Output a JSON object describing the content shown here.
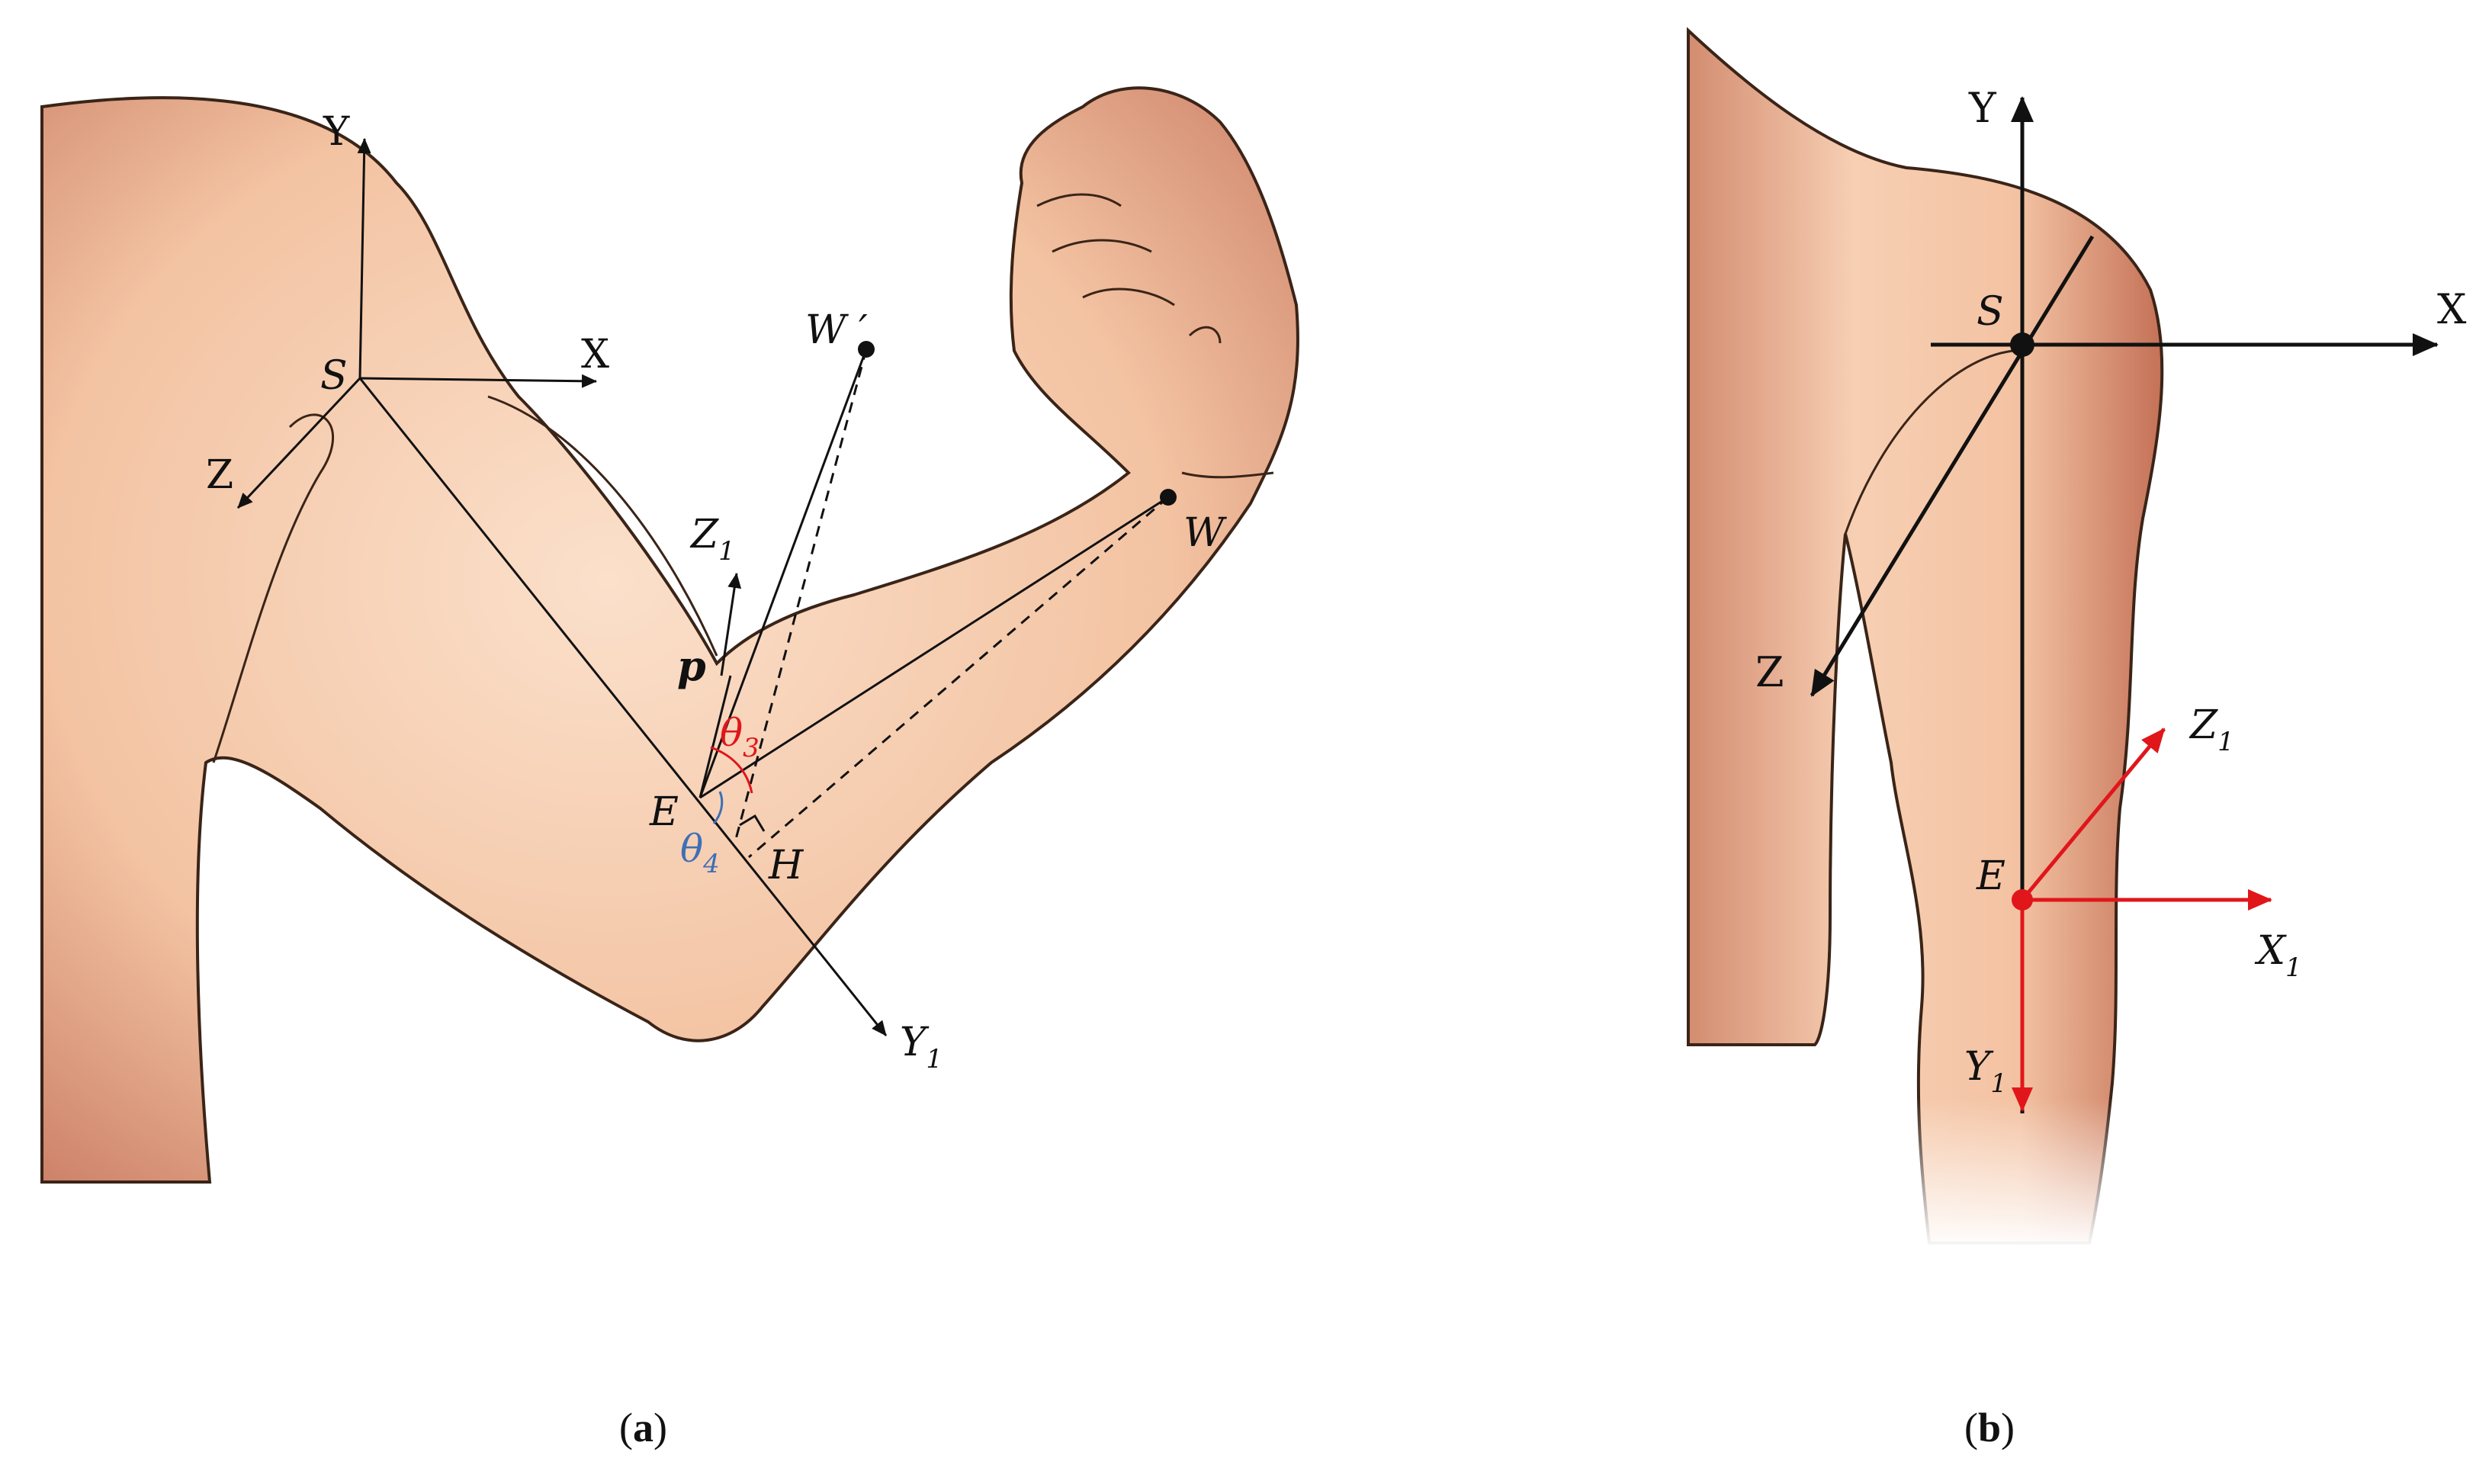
{
  "panel_a": {
    "caption_open": "(",
    "caption_letter": "a",
    "caption_close": ")",
    "axes": {
      "Y": "Y",
      "X": "X",
      "Z": "Z",
      "Z1_base": "Z",
      "Z1_sub": "1",
      "Y1_base": "Y",
      "Y1_sub": "1"
    },
    "points": {
      "S": "S",
      "E": "E",
      "W": "W",
      "W_prime": "W ′",
      "H": "H",
      "p": "p"
    },
    "angles": {
      "theta3_base": "θ",
      "theta3_sub": "3",
      "theta4_base": "θ",
      "theta4_sub": "4"
    }
  },
  "panel_b": {
    "caption_open": "(",
    "caption_letter": "b",
    "caption_close": ")",
    "axes": {
      "Y": "Y",
      "X": "X",
      "Z": "Z",
      "Z1_base": "Z",
      "Z1_sub": "1",
      "X1_base": "X",
      "X1_sub": "1",
      "Y1_base": "Y",
      "Y1_sub": "1"
    },
    "points": {
      "S": "S",
      "E": "E"
    }
  },
  "colors": {
    "skin": "#f6c8a8",
    "skin_shade": "#c9745a",
    "outline": "#3a2418",
    "theta3": "#e0161b",
    "theta4": "#3d6fb6",
    "frame1": "#e0161b"
  }
}
